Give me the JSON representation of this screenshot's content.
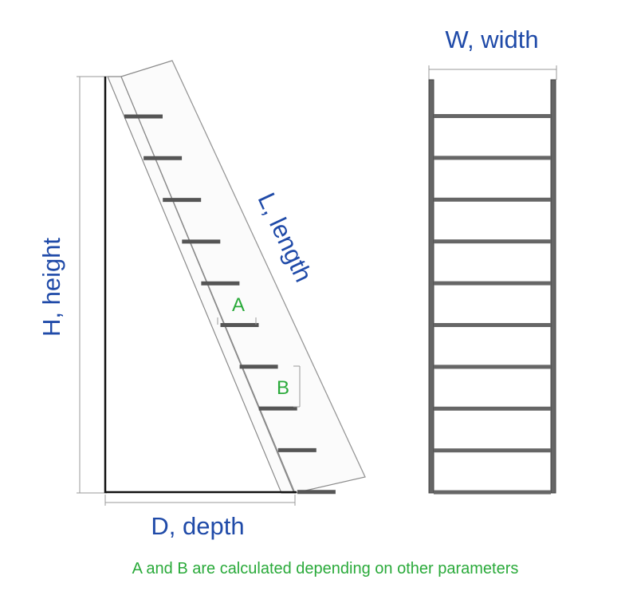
{
  "labels": {
    "width": "W, width",
    "height": "H, height",
    "length": "L, length",
    "depth": "D, depth",
    "a": "A",
    "b": "B"
  },
  "note": "A and B are calculated depending on other parameters",
  "colors": {
    "dimension_label": "#1f4aa8",
    "parameter_label": "#2aaa3a",
    "wall_line": "#111111",
    "rung": "#555555"
  },
  "side_view": {
    "step_count": 10
  },
  "front_view": {
    "rung_count": 10
  }
}
